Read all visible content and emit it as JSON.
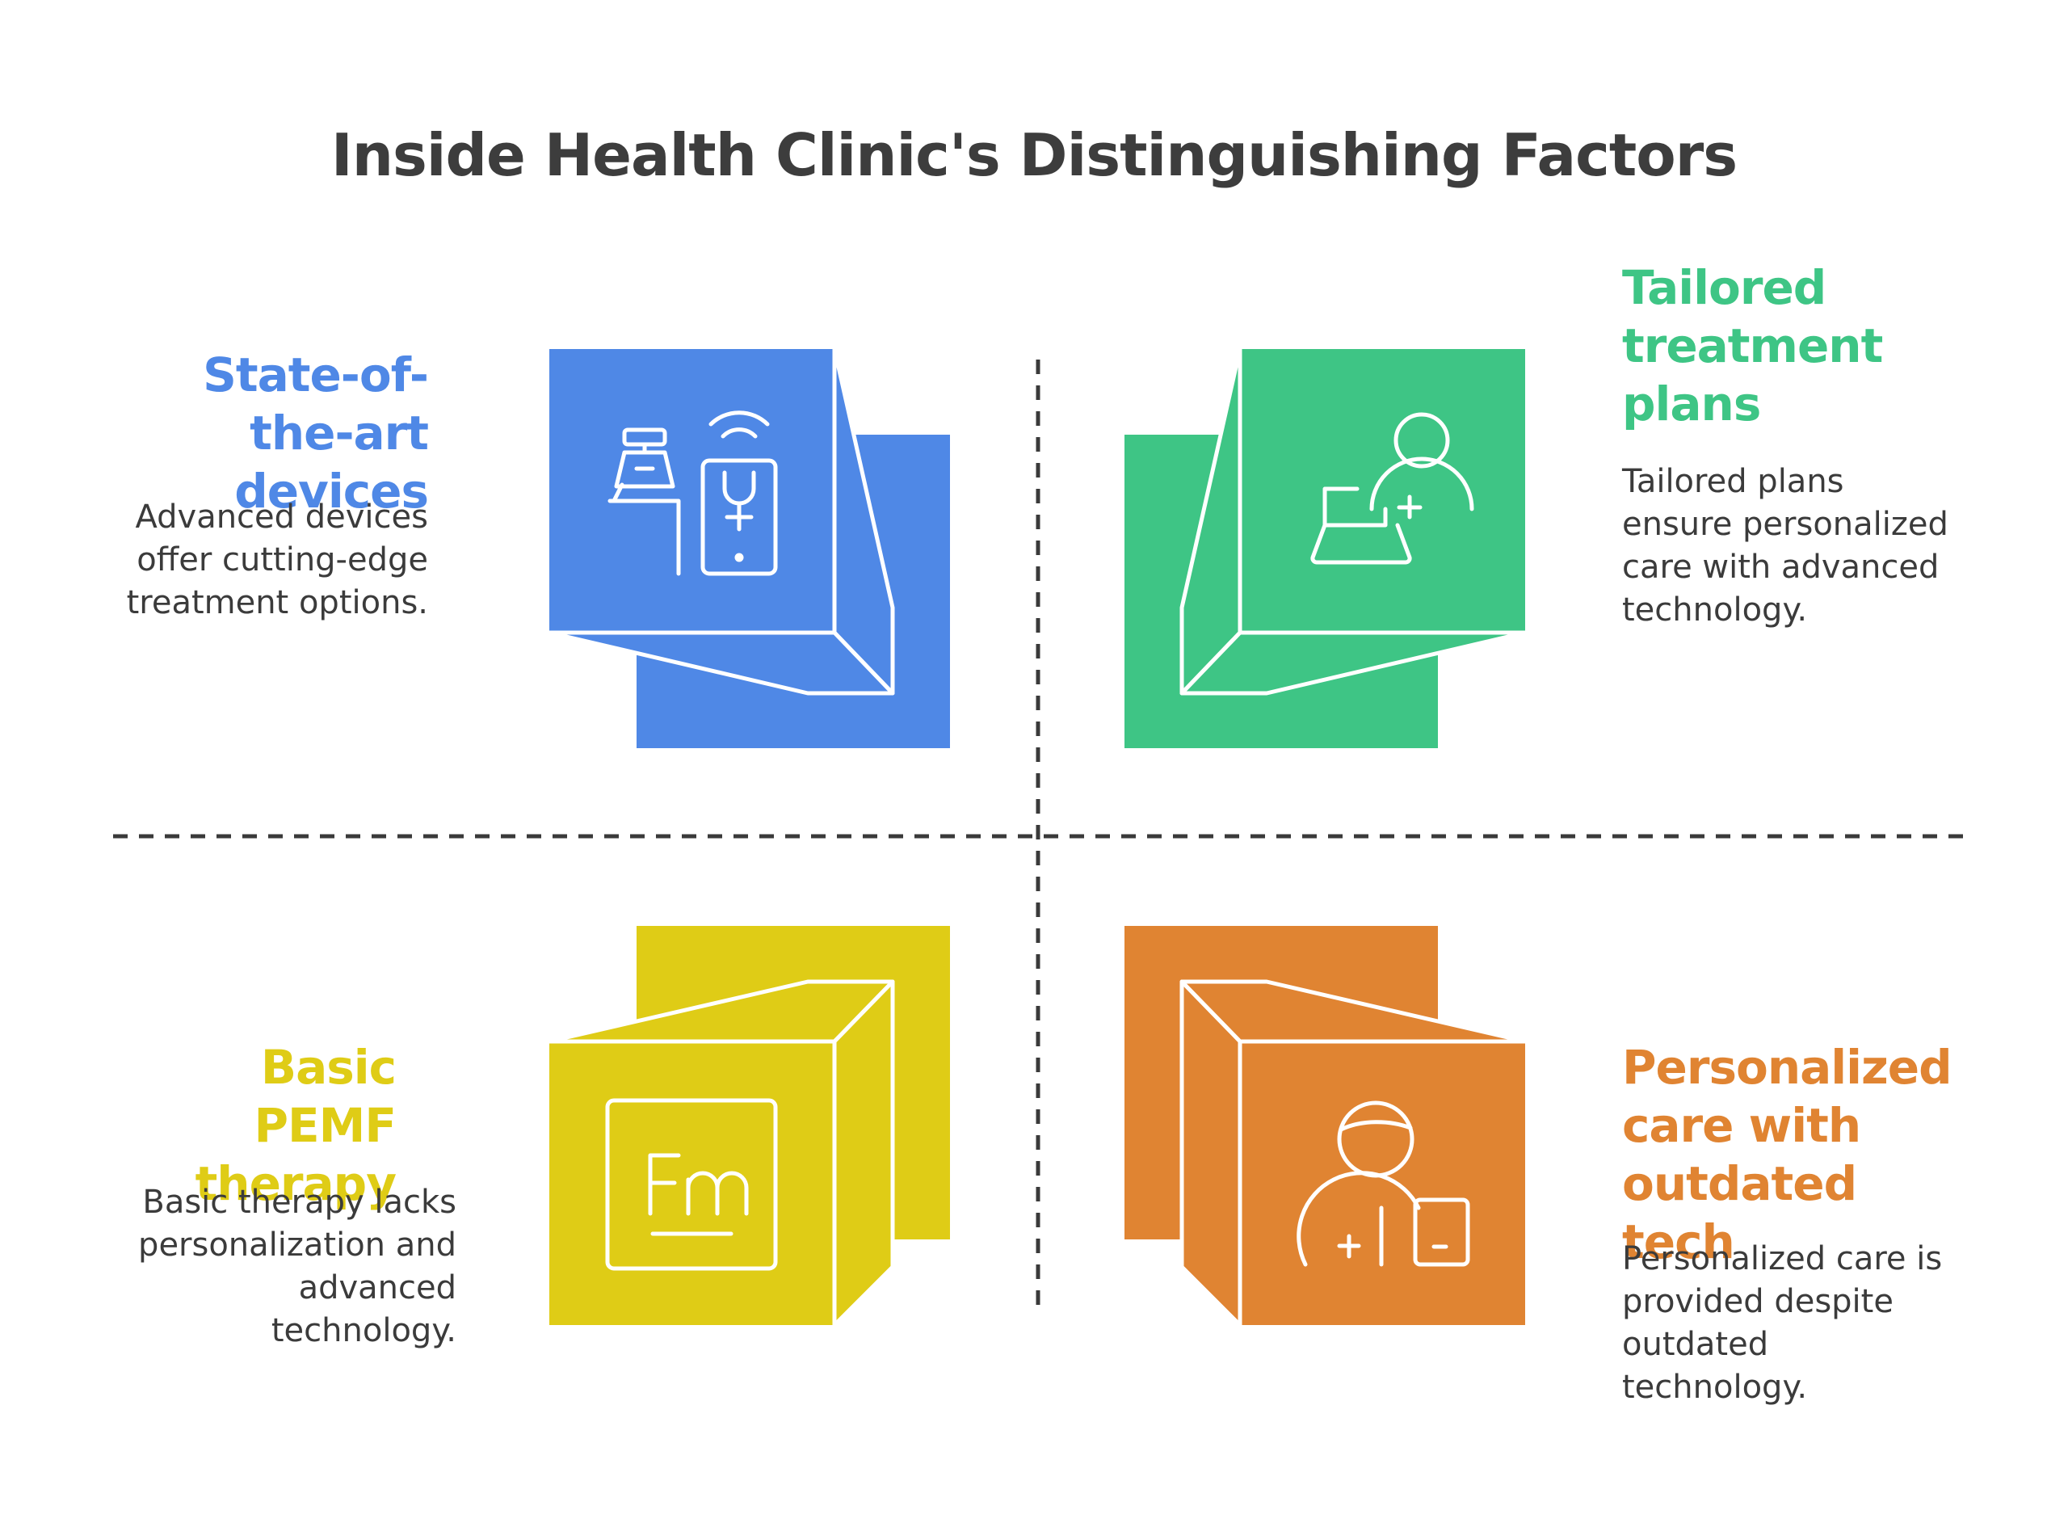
{
  "title": "Inside Health Clinic's Distinguishing Factors",
  "colors": {
    "blue": "#4f88e6",
    "green": "#3ec585",
    "yellow": "#dfcc16",
    "orange": "#e08432",
    "divider": "#3a3a3a",
    "text": "#3b3b3b"
  },
  "quadrants": {
    "top_left": {
      "heading": "State-of-the-art devices",
      "description": "Advanced devices offer cutting-edge treatment options.",
      "icon": "medical-device-smartphone-icon"
    },
    "top_right": {
      "heading": "Tailored treatment plans",
      "description": "Tailored plans ensure personalized care with advanced technology.",
      "icon": "doctor-laptop-icon"
    },
    "bottom_left": {
      "heading": "Basic PEMF therapy",
      "description": "Basic therapy lacks personalization and advanced technology.",
      "icon": "fermium-element-icon"
    },
    "bottom_right": {
      "heading": "Personalized care with outdated tech",
      "description": "Personalized care is provided despite outdated technology.",
      "icon": "patient-device-icon"
    }
  }
}
